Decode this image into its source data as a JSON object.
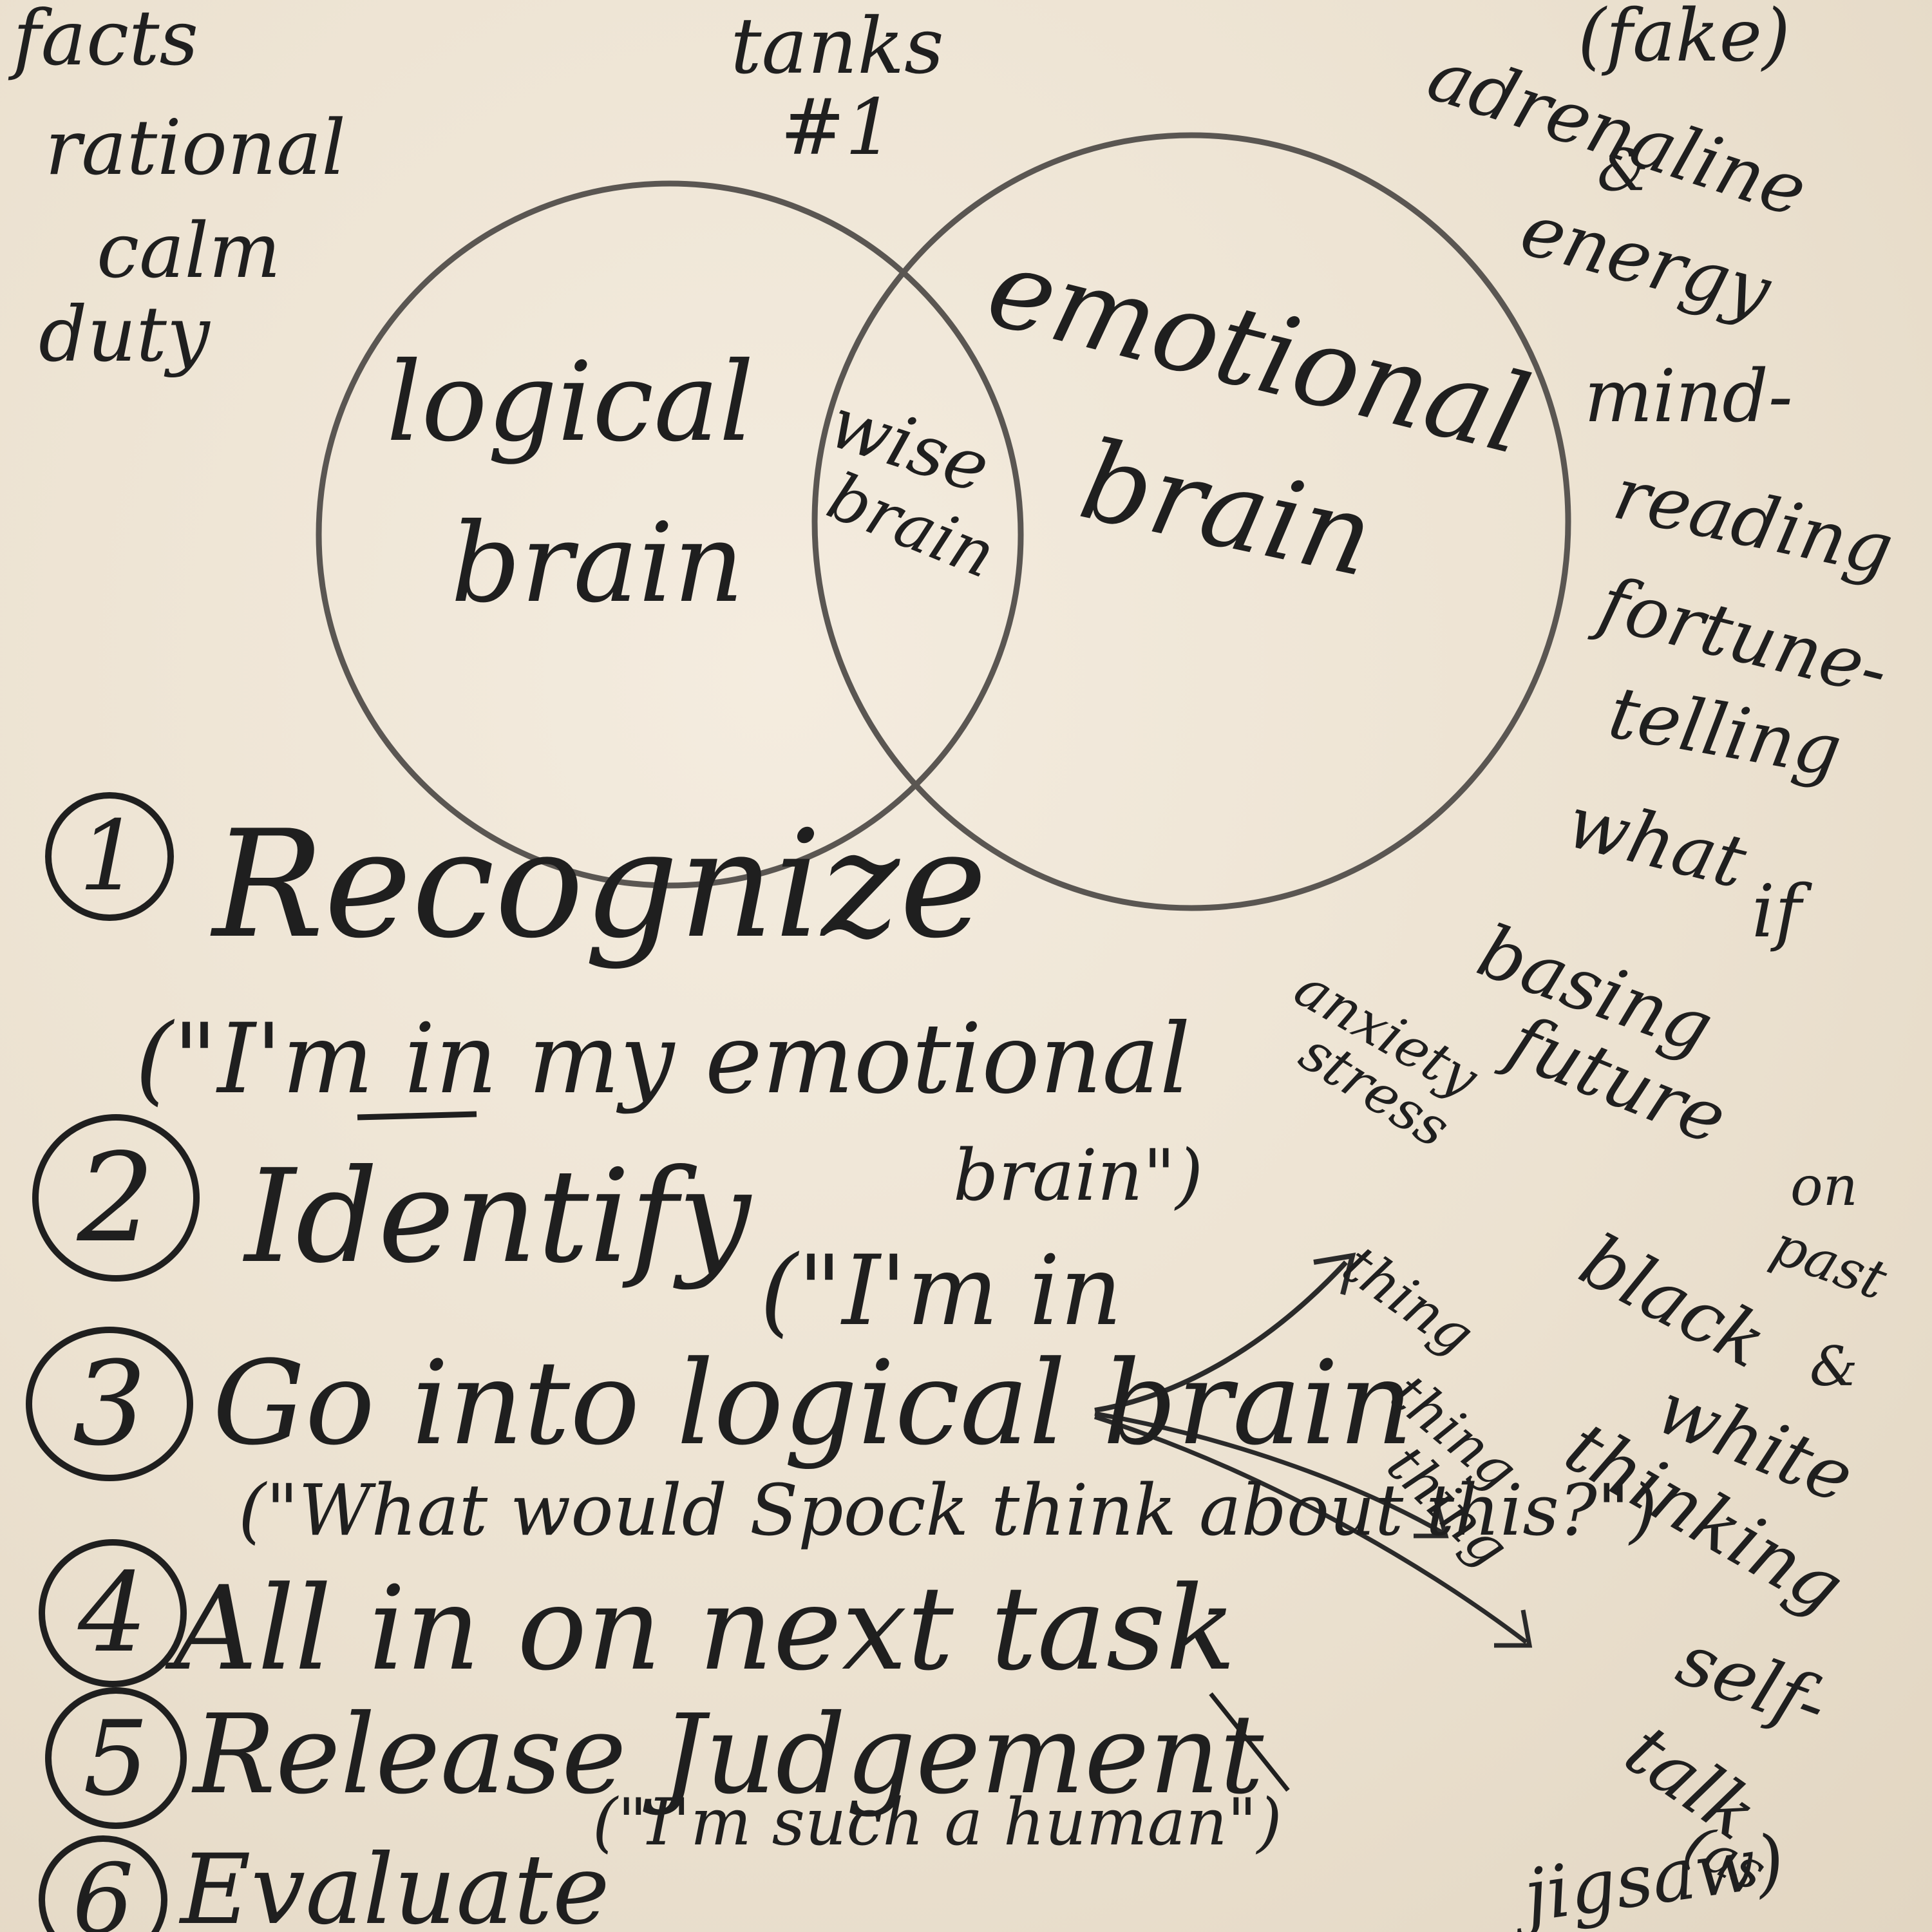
{
  "top_label": "tanks #1",
  "left_words": [
    "facts",
    "rational",
    "calm",
    "duty"
  ],
  "right_top_words": [
    "(fake)",
    "adrenaline",
    "&",
    "energy"
  ],
  "right_list": [
    "mind-",
    "reading",
    "fortune-",
    "telling",
    "what",
    "if",
    "basing",
    "future",
    "anxiety",
    "stress",
    "on",
    "past",
    "black",
    "&",
    "white",
    "thinking",
    "self-",
    "talk",
    "(as",
    "jigsaw)"
  ],
  "venn": {
    "left": {
      "line1": "logical",
      "line2": "brain"
    },
    "center": {
      "line1": "wise",
      "line2": "brain"
    },
    "right": {
      "line1": "emotional",
      "line2": "brain"
    }
  },
  "steps": [
    {
      "number": "1",
      "text": "Recognize",
      "note": "(\"I'm in my emotional",
      "note2": "brain\")"
    },
    {
      "number": "2",
      "text": "Identify",
      "note": "(\"I'm in"
    },
    {
      "number": "3",
      "text": "Go into logical brain",
      "note": "(\"What would Spock think about this?\")"
    },
    {
      "number": "4",
      "text": "All in on next task"
    },
    {
      "number": "5",
      "text": "Release Judgement",
      "note": "(\"I'm such a human\")"
    },
    {
      "number": "6",
      "text": "Evaluate"
    }
  ],
  "arrow_labels": [
    "thing",
    "thing",
    "thing"
  ],
  "colors": {
    "ink": "#1f1f1f",
    "board": "#efe6d6",
    "circle": "#5a5652"
  }
}
